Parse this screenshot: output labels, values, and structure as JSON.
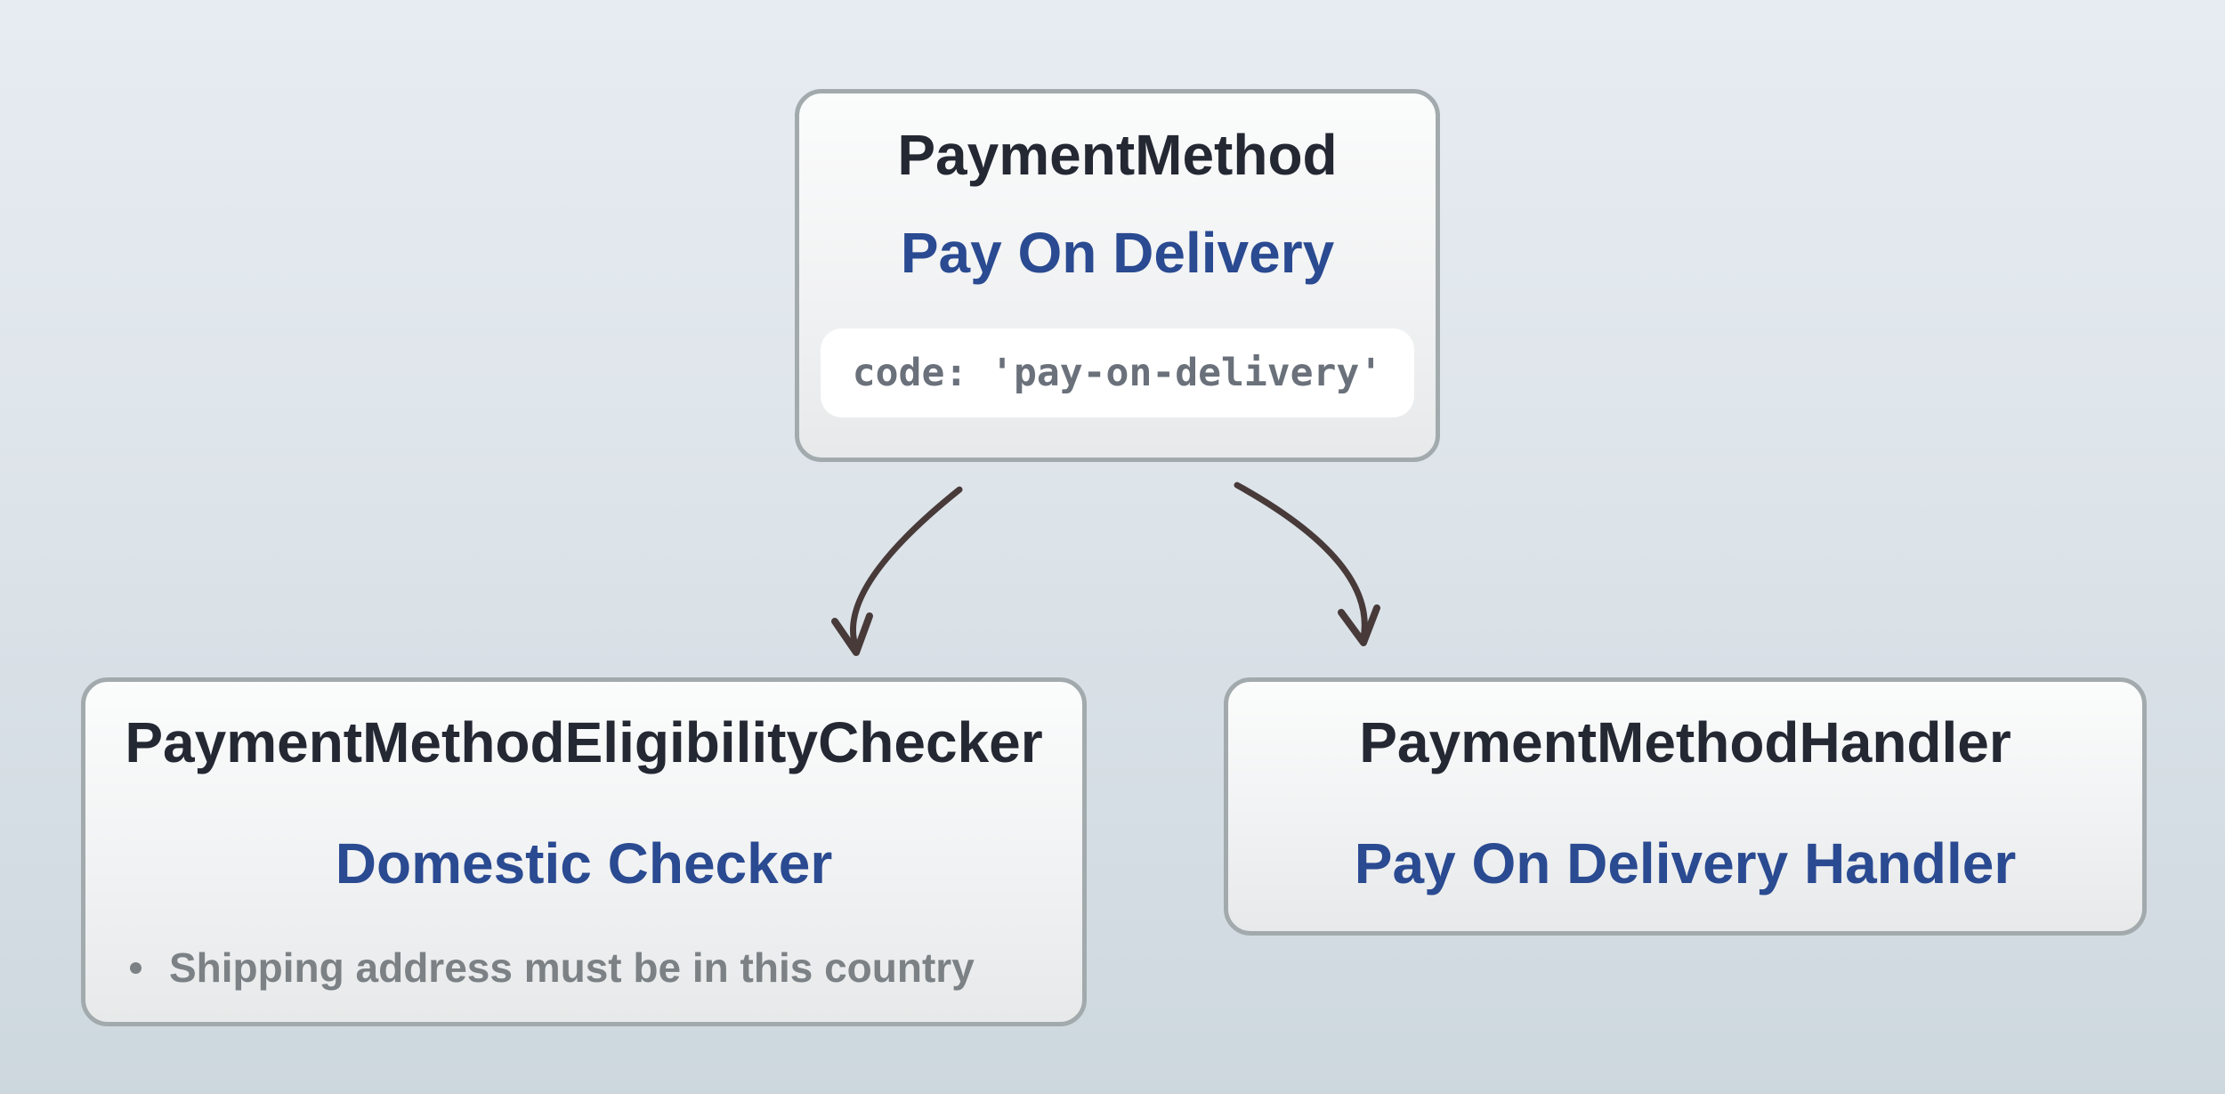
{
  "diagram": {
    "nodes": {
      "payment_method": {
        "title": "PaymentMethod",
        "subtitle": "Pay On Delivery",
        "code": "code: 'pay-on-delivery'"
      },
      "eligibility_checker": {
        "title": "PaymentMethodEligibilityChecker",
        "subtitle": "Domestic Checker",
        "bullets": [
          "Shipping address must be in this country"
        ]
      },
      "handler": {
        "title": "PaymentMethodHandler",
        "subtitle": "Pay On Delivery Handler"
      }
    },
    "edges": [
      {
        "from": "payment_method",
        "to": "eligibility_checker"
      },
      {
        "from": "payment_method",
        "to": "handler"
      }
    ],
    "colors": {
      "background_top": "#e7ecf2",
      "background_bottom": "#cdd8de",
      "node_border": "#a2aaad",
      "node_fill_top": "#fbfcfc",
      "node_fill_bottom": "#e7e9ea",
      "title_text": "#242833",
      "accent_blue": "#2a4a91",
      "muted_text": "#7c8185",
      "code_text": "#6a717b",
      "code_chip_background": "#ffffff",
      "arrow": "#473a39"
    }
  }
}
